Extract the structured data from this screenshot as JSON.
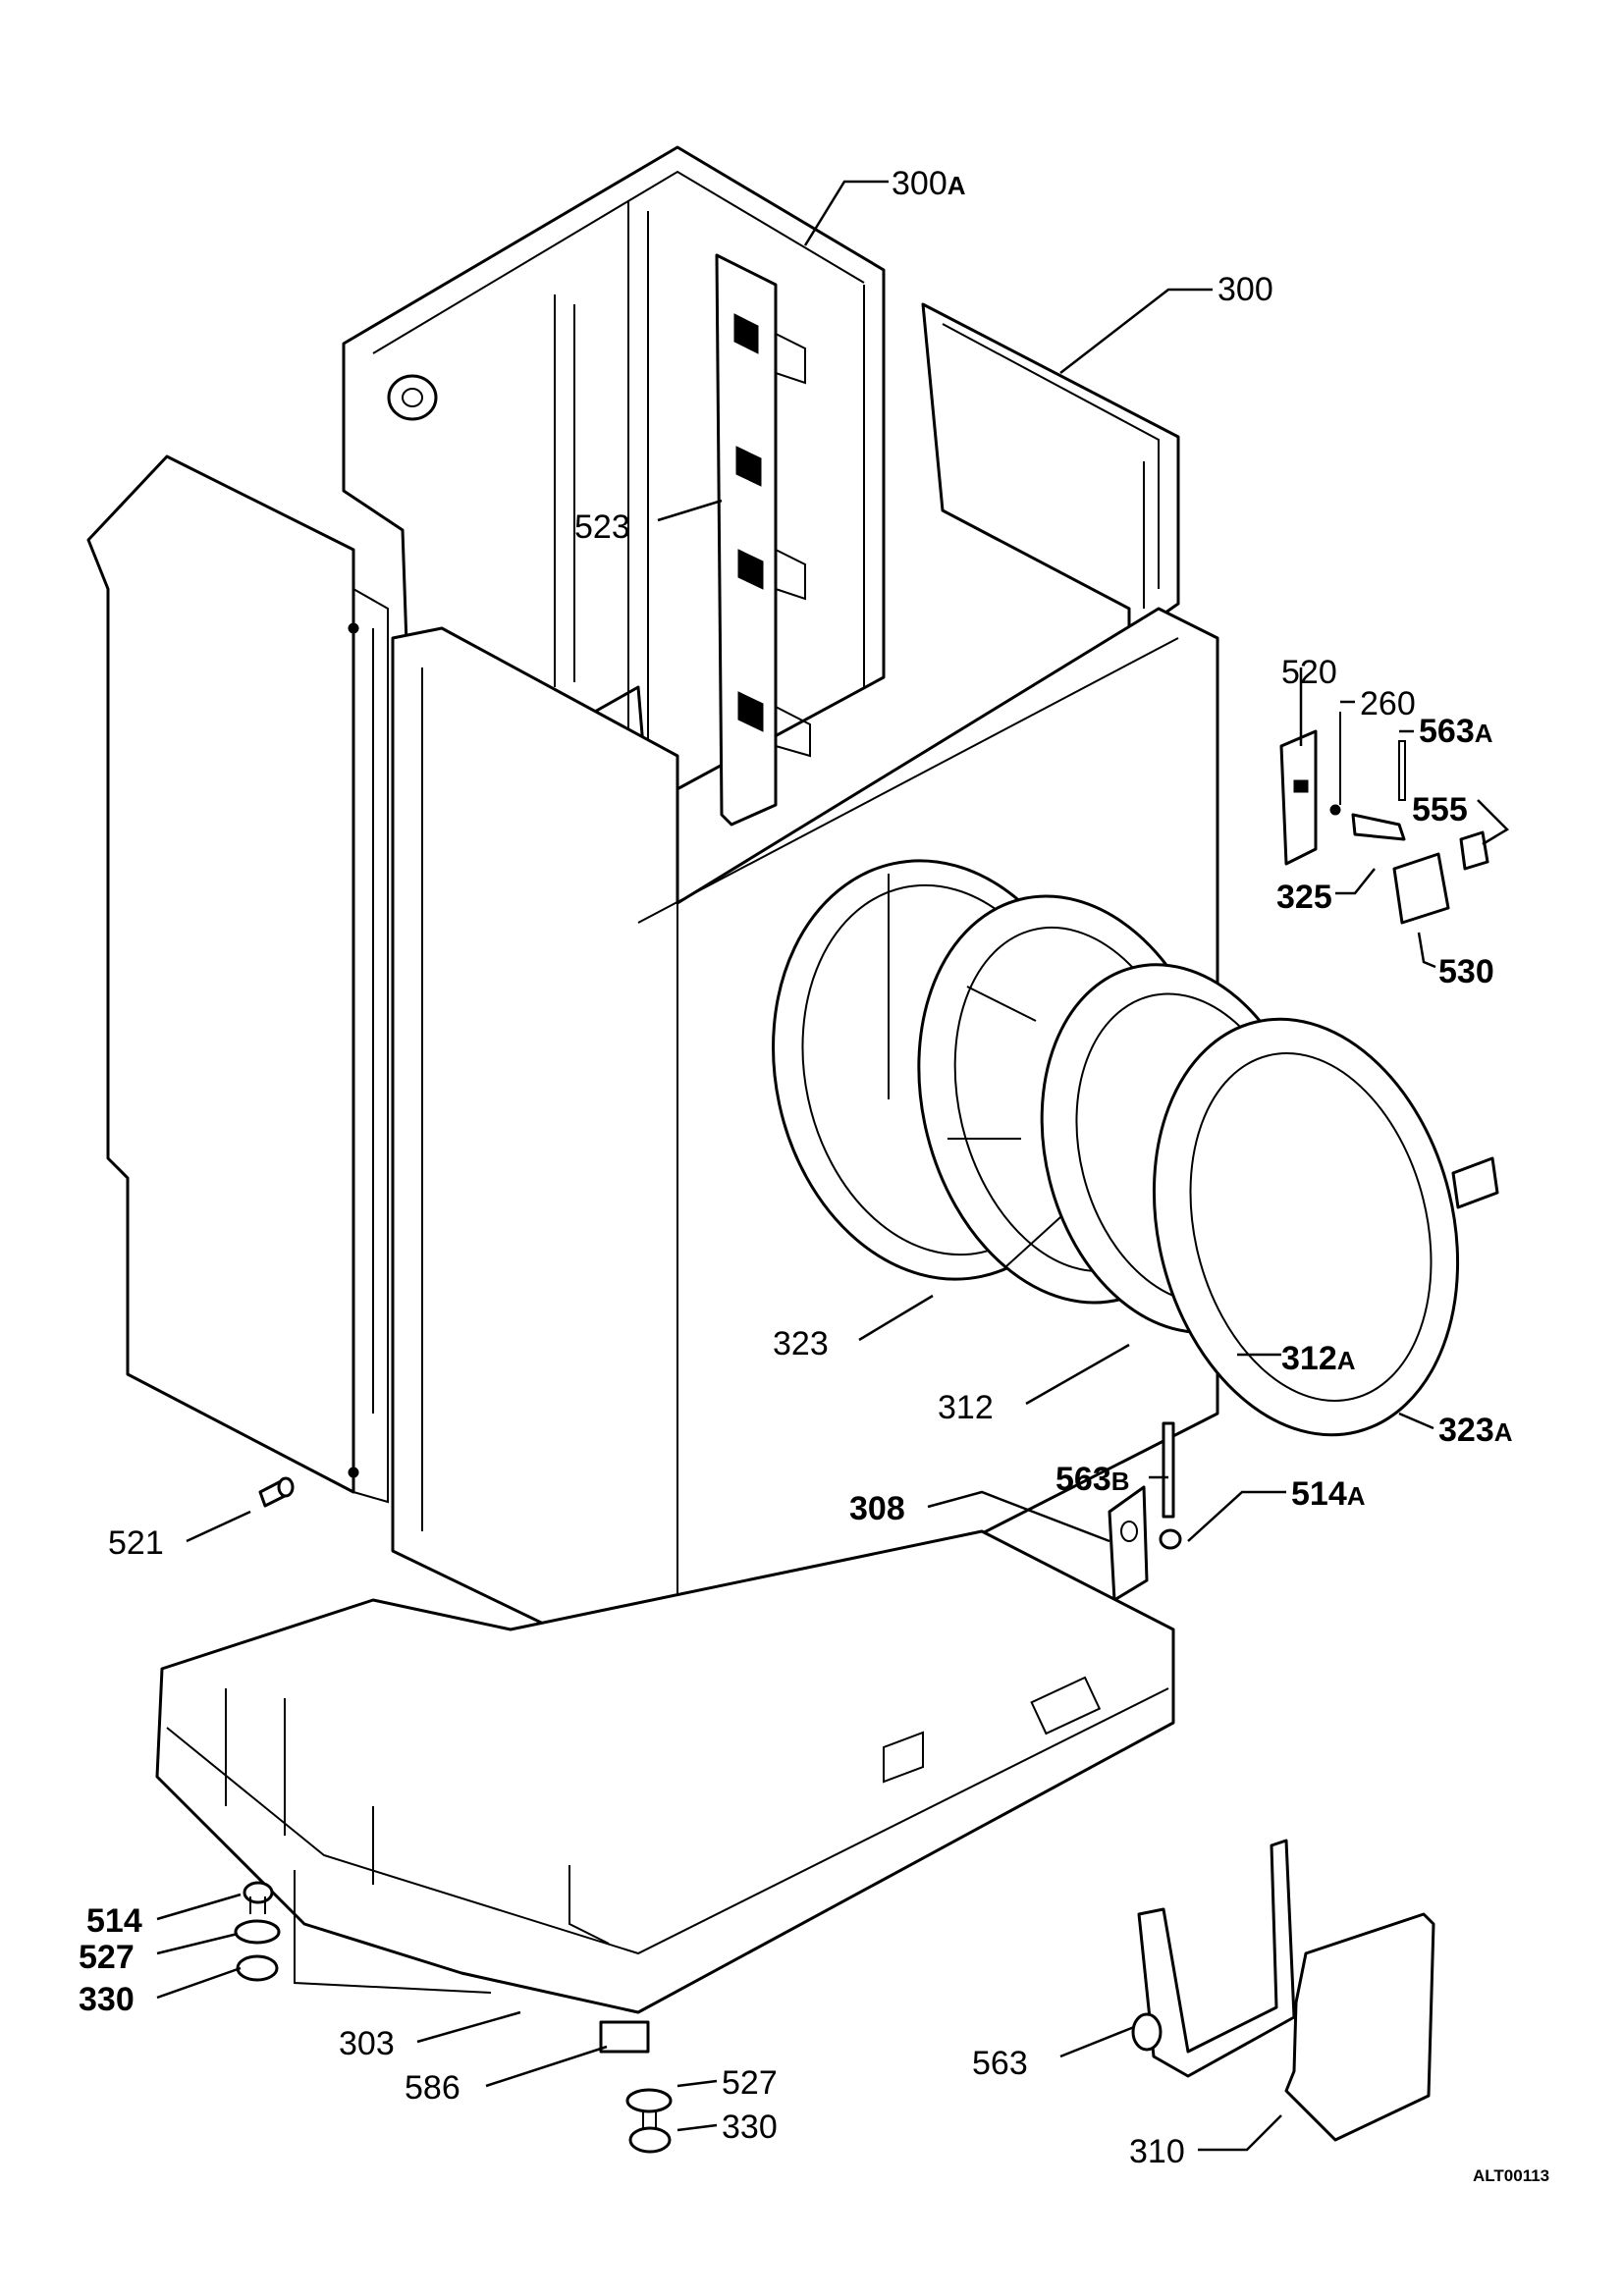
{
  "drawing_code": "ALT00113",
  "callouts": [
    {
      "id": "300A",
      "num": "300",
      "suffix": "A",
      "bold": false
    },
    {
      "id": "300",
      "num": "300",
      "suffix": "",
      "bold": false
    },
    {
      "id": "523",
      "num": "523",
      "suffix": "",
      "bold": false
    },
    {
      "id": "520",
      "num": "520",
      "suffix": "",
      "bold": false
    },
    {
      "id": "260",
      "num": "260",
      "suffix": "",
      "bold": false
    },
    {
      "id": "563A",
      "num": "563",
      "suffix": "A",
      "bold": true
    },
    {
      "id": "555",
      "num": "555",
      "suffix": "",
      "bold": true
    },
    {
      "id": "325",
      "num": "325",
      "suffix": "",
      "bold": true
    },
    {
      "id": "530",
      "num": "530",
      "suffix": "",
      "bold": true
    },
    {
      "id": "323",
      "num": "323",
      "suffix": "",
      "bold": false
    },
    {
      "id": "312A",
      "num": "312",
      "suffix": "A",
      "bold": true
    },
    {
      "id": "312",
      "num": "312",
      "suffix": "",
      "bold": false
    },
    {
      "id": "323A",
      "num": "323",
      "suffix": "A",
      "bold": true
    },
    {
      "id": "563B",
      "num": "563",
      "suffix": "B",
      "bold": true
    },
    {
      "id": "308",
      "num": "308",
      "suffix": "",
      "bold": true
    },
    {
      "id": "514A",
      "num": "514",
      "suffix": "A",
      "bold": true
    },
    {
      "id": "521",
      "num": "521",
      "suffix": "",
      "bold": false
    },
    {
      "id": "514",
      "num": "514",
      "suffix": "",
      "bold": true
    },
    {
      "id": "527L",
      "num": "527",
      "suffix": "",
      "bold": true
    },
    {
      "id": "330L",
      "num": "330",
      "suffix": "",
      "bold": true
    },
    {
      "id": "303",
      "num": "303",
      "suffix": "",
      "bold": false
    },
    {
      "id": "586",
      "num": "586",
      "suffix": "",
      "bold": false
    },
    {
      "id": "527R",
      "num": "527",
      "suffix": "",
      "bold": false
    },
    {
      "id": "330R",
      "num": "330",
      "suffix": "",
      "bold": false
    },
    {
      "id": "563",
      "num": "563",
      "suffix": "",
      "bold": false
    },
    {
      "id": "310",
      "num": "310",
      "suffix": "",
      "bold": false
    }
  ]
}
